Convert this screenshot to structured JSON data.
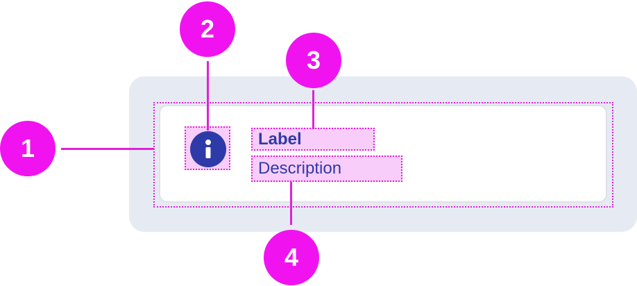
{
  "component": {
    "label": "Label",
    "description": "Description",
    "icon": "info-icon"
  },
  "callouts": [
    {
      "number": "1"
    },
    {
      "number": "2"
    },
    {
      "number": "3"
    },
    {
      "number": "4"
    }
  ],
  "colors": {
    "callout": "#f013f0",
    "outline": "#e020d8",
    "highlight": "#f8c4f8",
    "text": "#2e3aa8",
    "background": "#e6ebf3",
    "card_border": "#dfe1e6"
  }
}
